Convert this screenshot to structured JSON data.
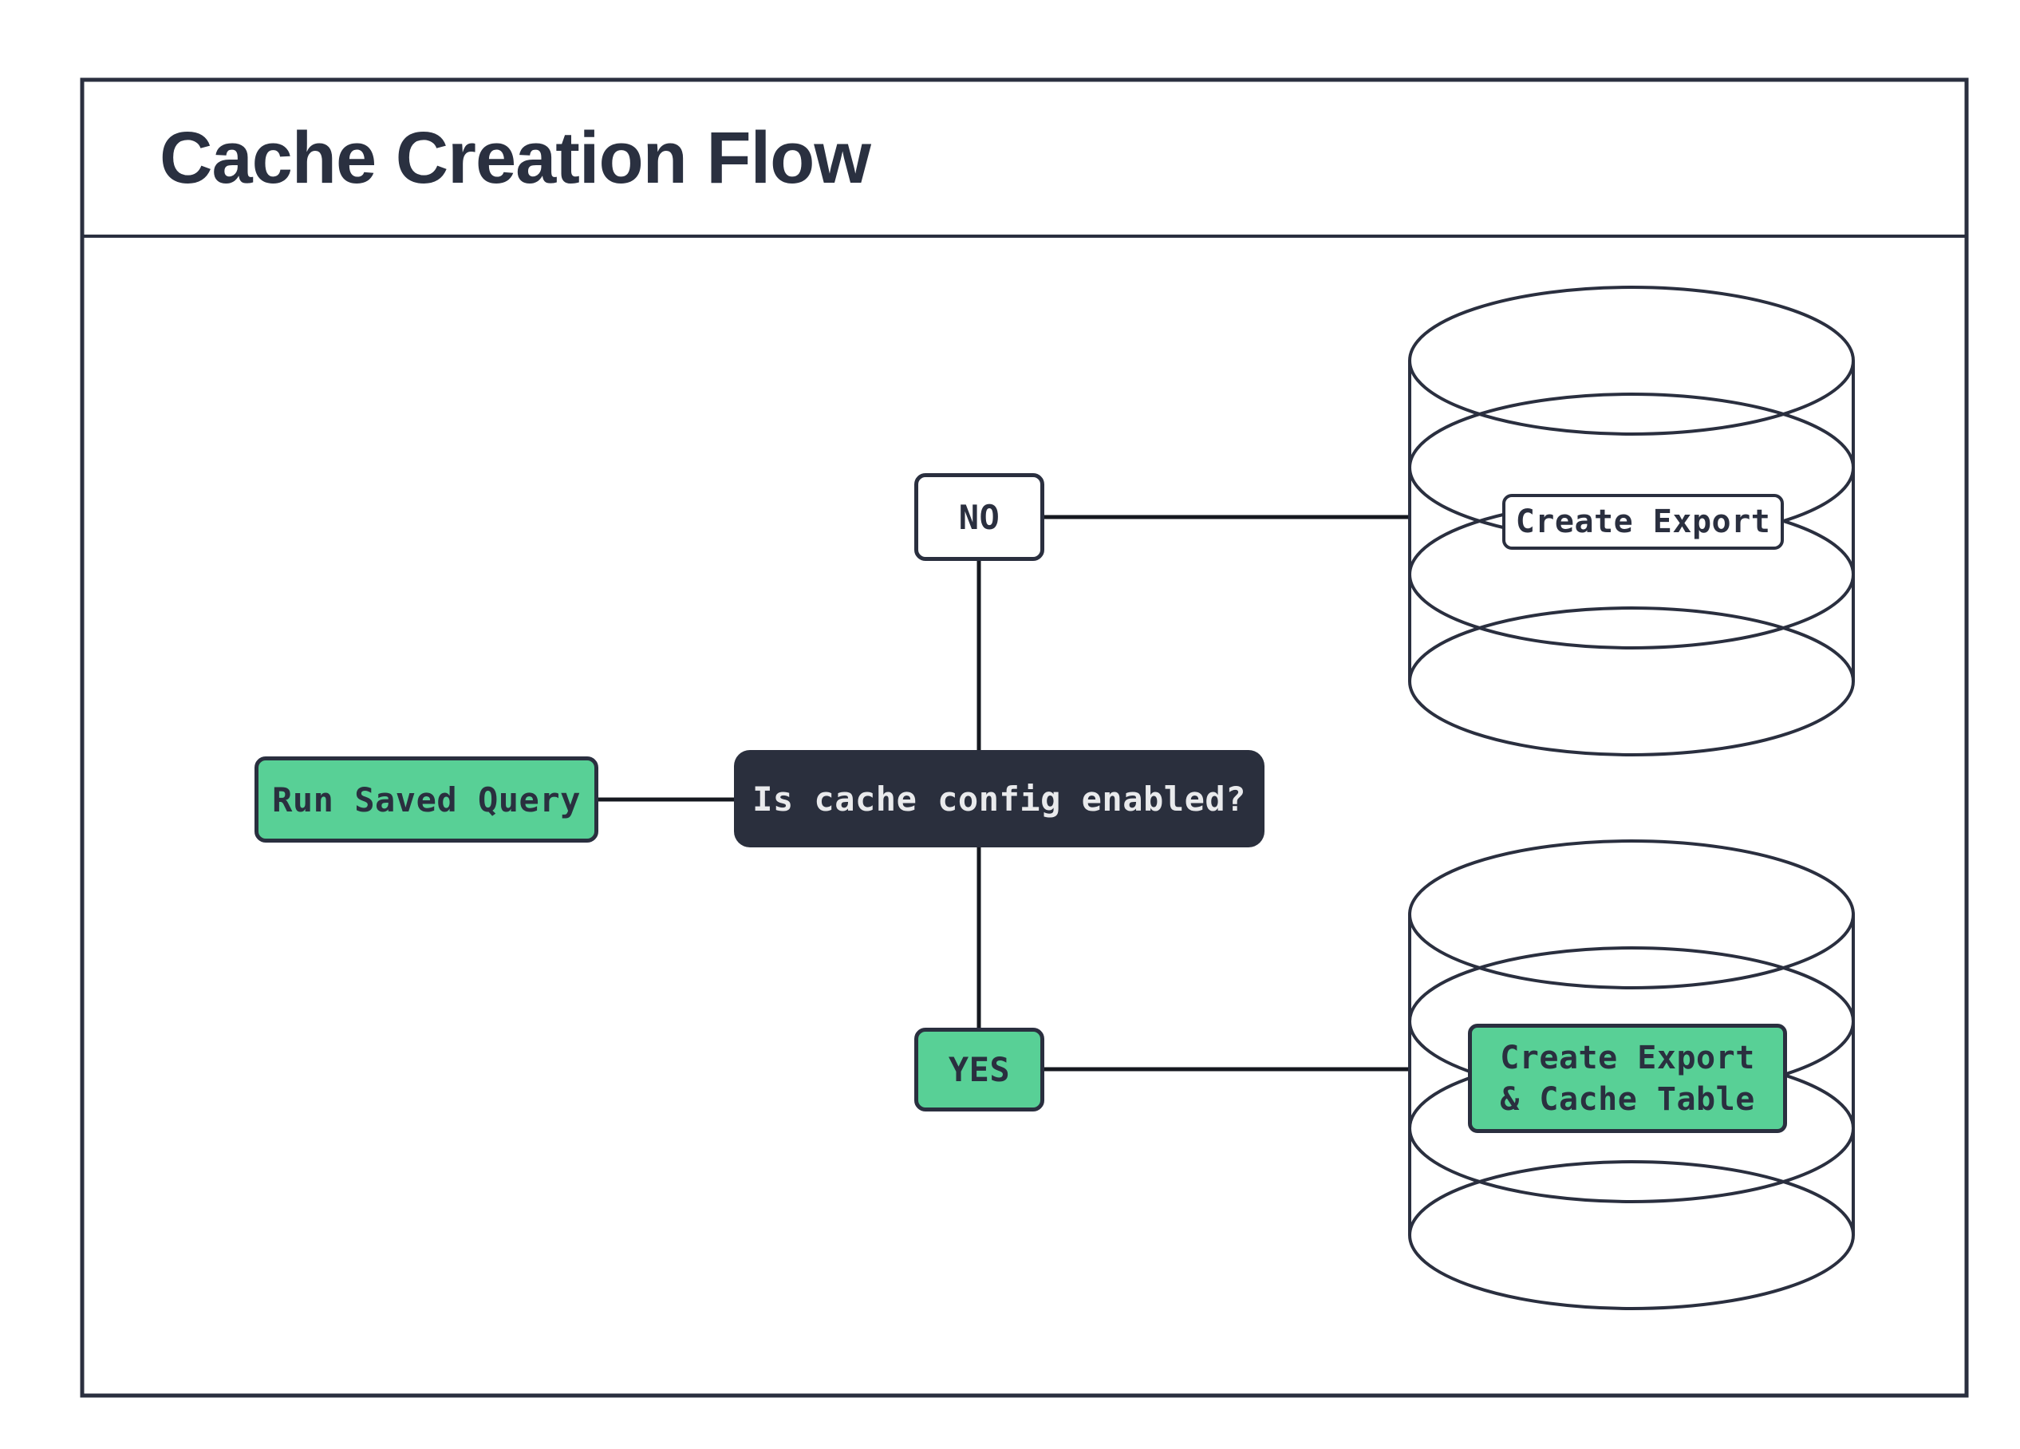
{
  "header": {
    "title": "Cache Creation Flow"
  },
  "flow": {
    "start_label": "Run Saved Query",
    "decision_label": "Is cache config enabled?",
    "branch_no_label": "NO",
    "branch_yes_label": "YES",
    "no_result_label": "Create Export",
    "yes_result_label_line1": "Create Export",
    "yes_result_label_line2": "& Cache Table"
  },
  "colors": {
    "ink": "#2A2F3F",
    "line": "#15181F",
    "green": "#58D096",
    "decision_bg": "#2A2F3D",
    "decision_text": "#E9EAEC",
    "background": "#FFFFFF",
    "title_text": "#2A3040"
  }
}
